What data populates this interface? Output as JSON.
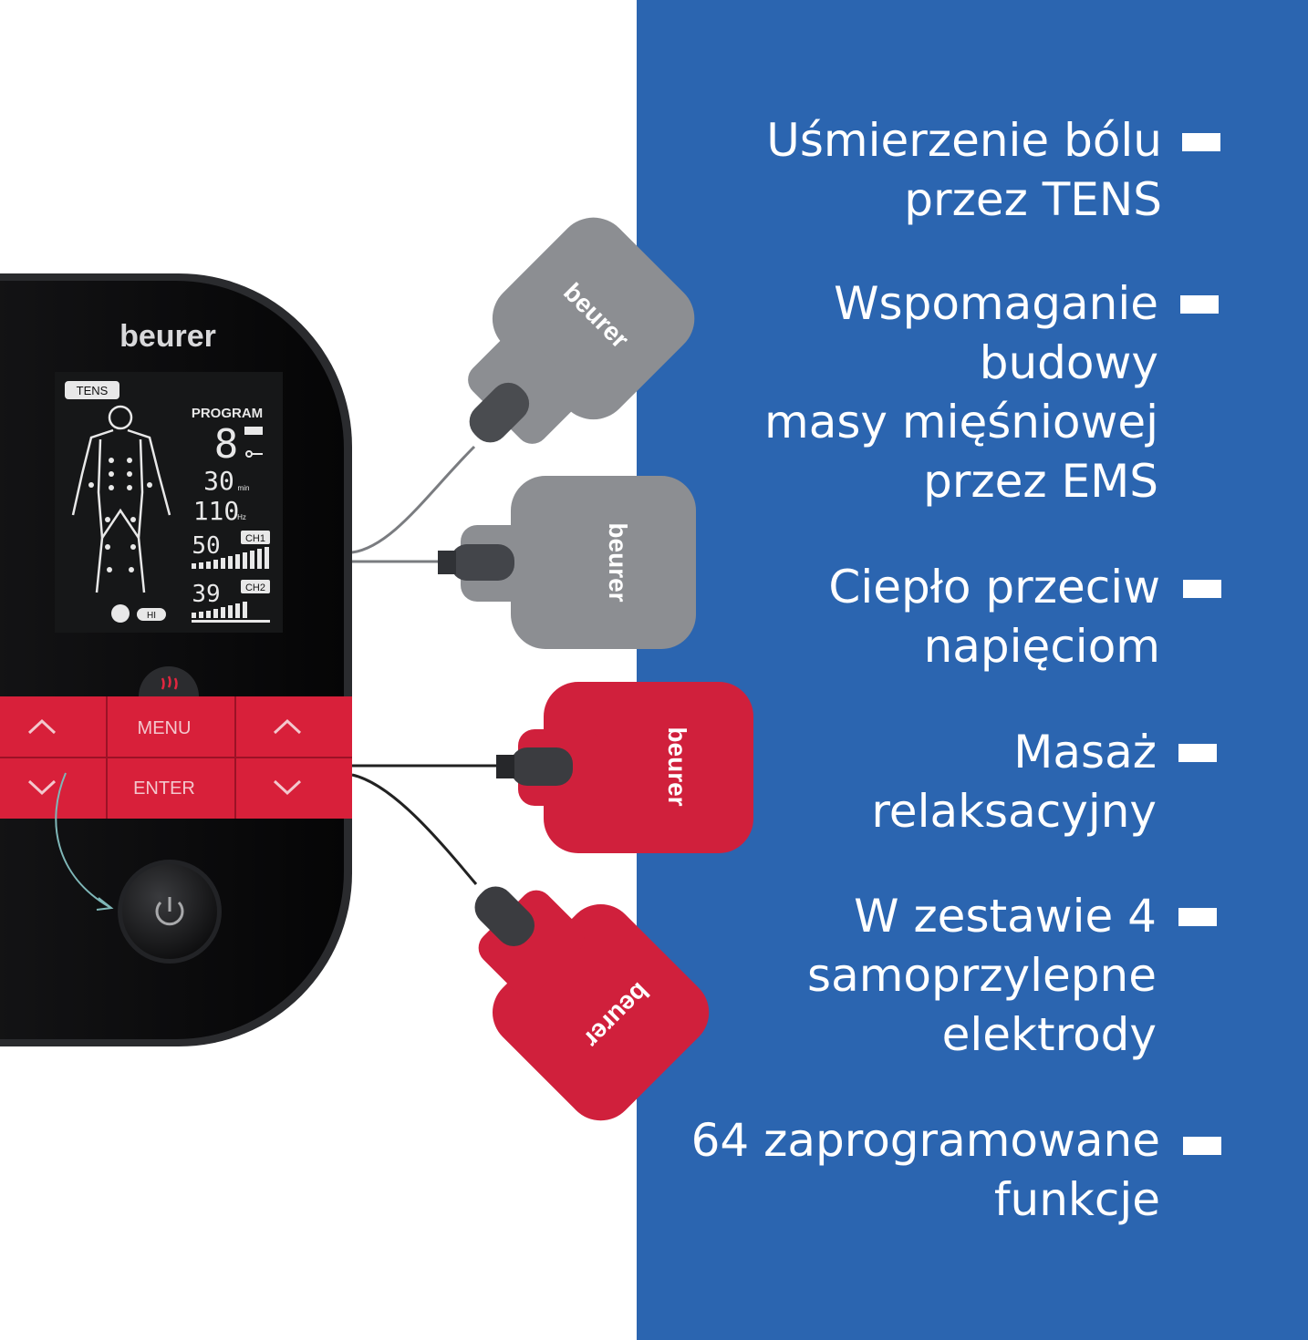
{
  "device": {
    "brand": "beurer",
    "mode_label": "TENS",
    "program_label": "PROGRAM",
    "program_number": "8",
    "time_value": "30",
    "time_unit": "min",
    "frequency_value": "110",
    "frequency_unit": "Hz",
    "channel1_value": "50",
    "channel1_label": "CH1",
    "channel2_value": "39",
    "channel2_label": "CH2",
    "heat_level_label": "HI",
    "menu_button": "MENU",
    "enter_button": "ENTER",
    "icons": [
      "up-arrow-icon",
      "down-arrow-icon",
      "power-icon",
      "heat-icon",
      "battery-icon",
      "key-lock-icon",
      "body-figure-icon"
    ]
  },
  "electrodes": {
    "brand": "beurer",
    "colors": {
      "grey": "#8c8e92",
      "red": "#d0203c"
    }
  },
  "features": [
    {
      "lines": [
        "Uśmierzenie bólu",
        "przez TENS"
      ]
    },
    {
      "lines": [
        "Wspomaganie",
        "budowy",
        "masy mięśniowej",
        "przez EMS"
      ]
    },
    {
      "lines": [
        "Ciepło przeciw",
        "napięciom"
      ]
    },
    {
      "lines": [
        "Masaż",
        "relaksacyjny"
      ]
    },
    {
      "lines": [
        "W zestawie 4",
        "samoprzylepne",
        "elektrody"
      ]
    },
    {
      "lines": [
        "64 zaprogramowane",
        "funkcje"
      ]
    }
  ],
  "colors": {
    "panel_blue": "#2b65b0",
    "device_red": "#d8203a",
    "device_black": "#0b0b0c"
  }
}
